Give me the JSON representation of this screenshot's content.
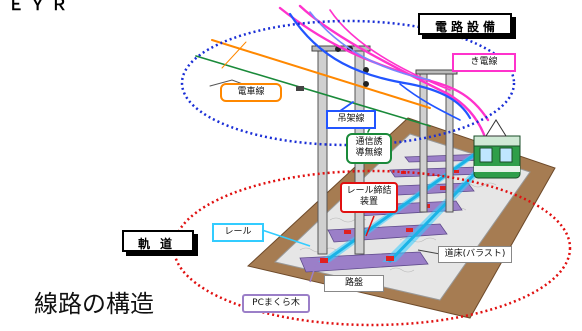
{
  "header_fragment": "Ｅ Ｙ Ｒ ",
  "sections": {
    "electric": "電路設備",
    "track": "軌道"
  },
  "labels": {
    "trolley_wire": "電車線",
    "feeder_wire": "き電線",
    "messenger_wire": "吊架線",
    "comm_wire": "通信誘導無線",
    "rail": "レール",
    "rail_fastening": "レール締結装置",
    "ballast": "道床(バラスト)",
    "roadbed": "路盤",
    "sleeper": "PCまくら木"
  },
  "title": "線路の構造",
  "colors": {
    "feeder": "#ff33cc",
    "messenger": "#2255ff",
    "trolley": "#ff8800",
    "comm": "#1a8a3a",
    "rail": "#33ccff",
    "ellipse_blue": "#1b2fd6",
    "ellipse_red": "#e01010",
    "train": "#2e9e4a"
  }
}
